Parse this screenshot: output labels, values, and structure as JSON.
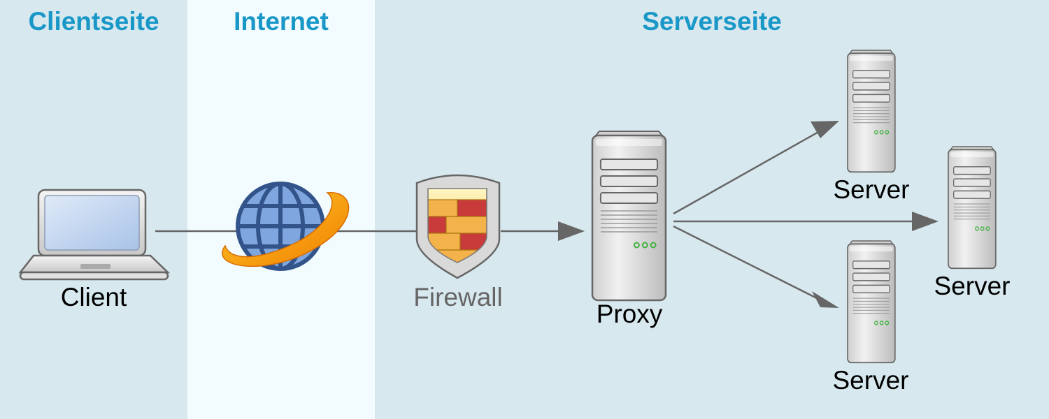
{
  "zones": {
    "client": "Clientseite",
    "internet": "Internet",
    "server": "Serverseite"
  },
  "nodes": {
    "client": "Client",
    "firewall": "Firewall",
    "proxy": "Proxy",
    "server_top": "Server",
    "server_right": "Server",
    "server_bottom": "Server"
  },
  "colors": {
    "zone_title": "#1998c8",
    "zone_background": "#d7e8ee",
    "internet_background": "#f2fcfe",
    "firewall_label": "#666666",
    "arrow": "#666666"
  },
  "icons": [
    "laptop-icon",
    "globe-icon",
    "firewall-shield-icon",
    "server-tower-icon"
  ]
}
